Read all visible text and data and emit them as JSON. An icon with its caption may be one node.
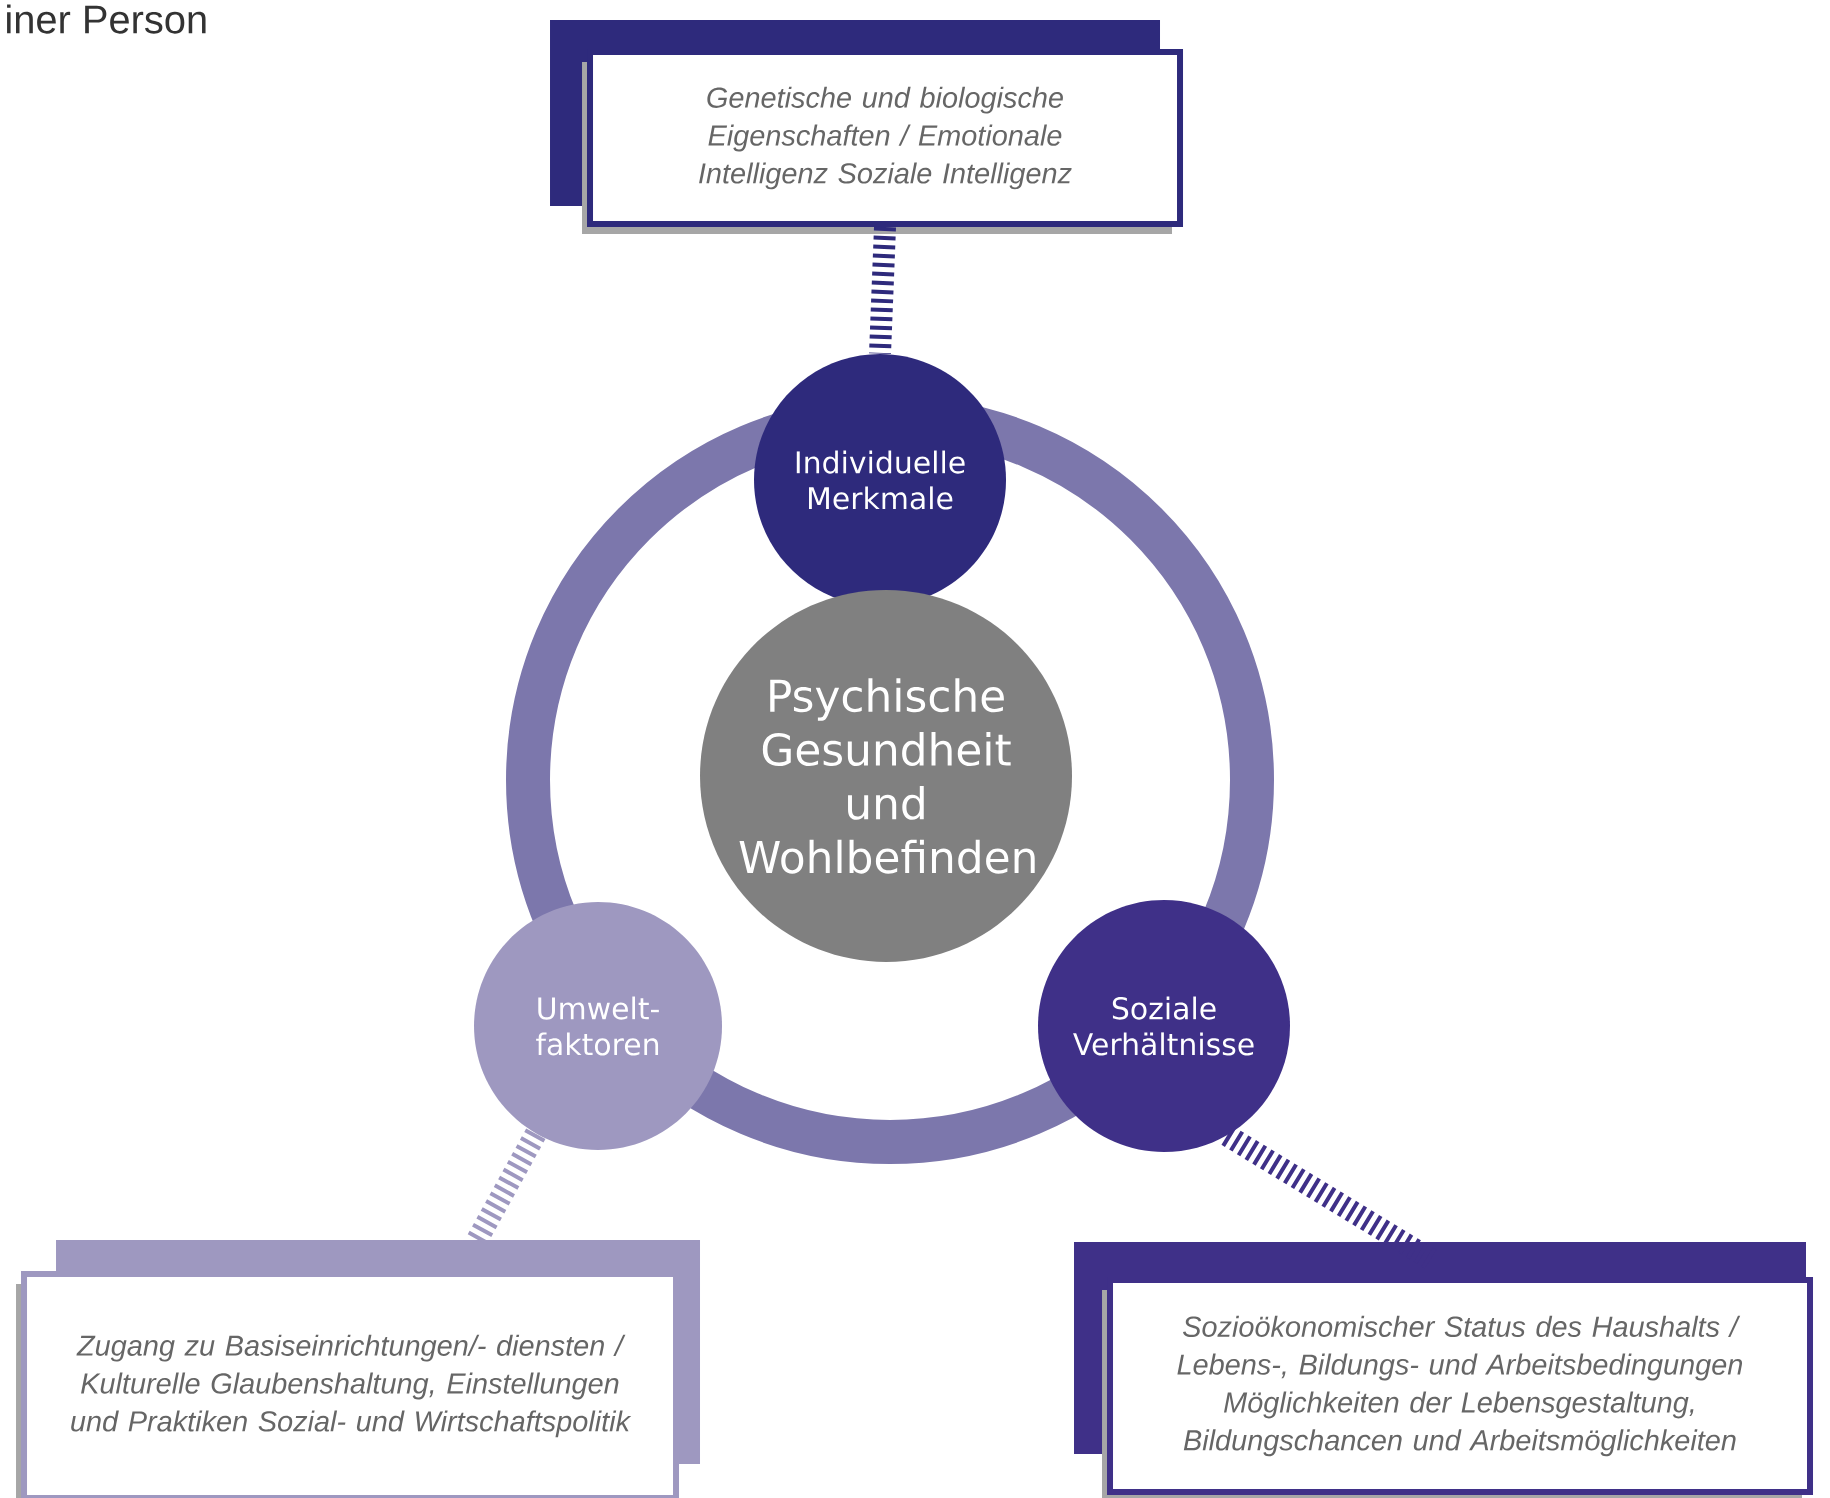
{
  "diagram": {
    "nodes": [
      {
        "text": [
          "Genetische und biologische Eigenschaften / Emotionale Intelligenz Soziale Intelligenz"
        ]
      },
      {
        "text": [
          "Individuelle Merkmale"
        ]
      },
      {
        "text": [
          "Psychische Gesundheit und Wohlbefinden"
        ]
      },
      {
        "text": [
          "Umwelt- faktoren"
        ]
      },
      {
        "text": [
          "Soziale Verhältnisse"
        ]
      },
      {
        "text": [
          "Zugang zu Basiseinrichtungen/- diensten / Kulturelle Glaubenshaltung, Einstellungen und Praktiken Sozial- und Wirtschaftspolitik"
        ]
      },
      {
        "text": [
          "Sozioökonomischer Status des Haushalts / Lebens-, Bildungs- und Arbeitsbedingungen Möglichkeiten der Lebensgestaltung, Bildungschancen und Arbeitsmöglichkeiten"
        ]
      }
    ],
    "edges": [
      {
        "from": 0,
        "to": 1,
        "arrow": "none",
        "style": "dashed",
        "color": "#2e2a7c"
      },
      {
        "from": 3,
        "to": 5,
        "arrow": "none",
        "style": "dashed",
        "color": "#9e98c0"
      },
      {
        "from": 4,
        "to": 6,
        "arrow": "none",
        "style": "dashed",
        "color": "#3f3088"
      }
    ],
    "labels": [
      "iner Person"
    ]
  }
}
